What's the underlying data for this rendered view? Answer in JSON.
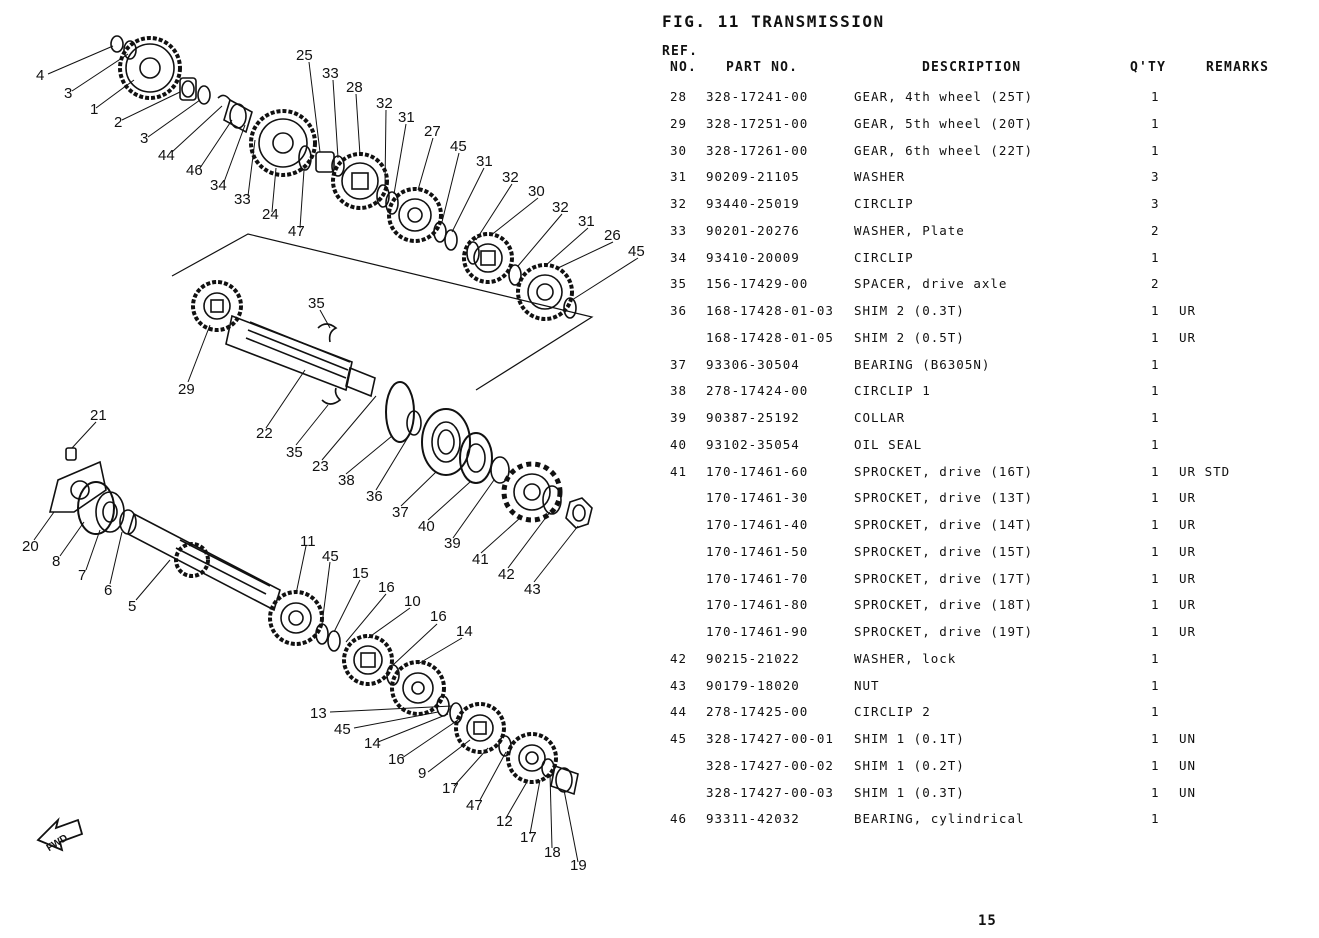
{
  "figure": {
    "title": "FIG. 11   TRANSMISSION",
    "fwd_label": "FWD"
  },
  "table": {
    "headers": {
      "ref_line1": "REF.",
      "ref_line2": "NO.",
      "part_no": "PART NO.",
      "description": "DESCRIPTION",
      "qty": "Q'TY",
      "remarks": "REMARKS"
    },
    "rows": [
      {
        "ref": "28",
        "part": "328-17241-00",
        "desc": "GEAR, 4th wheel (25T)",
        "qty": "1",
        "remarks": ""
      },
      {
        "ref": "29",
        "part": "328-17251-00",
        "desc": "GEAR, 5th wheel (20T)",
        "qty": "1",
        "remarks": ""
      },
      {
        "ref": "30",
        "part": "328-17261-00",
        "desc": "GEAR, 6th wheel (22T)",
        "qty": "1",
        "remarks": ""
      },
      {
        "ref": "31",
        "part": "90209-21105",
        "desc": "WASHER",
        "qty": "3",
        "remarks": ""
      },
      {
        "ref": "32",
        "part": "93440-25019",
        "desc": "CIRCLIP",
        "qty": "3",
        "remarks": ""
      },
      {
        "ref": "33",
        "part": "90201-20276",
        "desc": "WASHER, Plate",
        "qty": "2",
        "remarks": ""
      },
      {
        "ref": "34",
        "part": "93410-20009",
        "desc": "CIRCLIP",
        "qty": "1",
        "remarks": ""
      },
      {
        "ref": "35",
        "part": "156-17429-00",
        "desc": "SPACER, drive axle",
        "qty": "2",
        "remarks": ""
      },
      {
        "ref": "36",
        "part": "168-17428-01-03",
        "desc": "SHIM 2 (0.3T)",
        "qty": "1",
        "remarks": "UR"
      },
      {
        "ref": "",
        "part": "168-17428-01-05",
        "desc": "SHIM 2 (0.5T)",
        "qty": "1",
        "remarks": "UR"
      },
      {
        "ref": "37",
        "part": "93306-30504",
        "desc": "BEARING (B6305N)",
        "qty": "1",
        "remarks": ""
      },
      {
        "ref": "38",
        "part": "278-17424-00",
        "desc": "CIRCLIP 1",
        "qty": "1",
        "remarks": ""
      },
      {
        "ref": "39",
        "part": "90387-25192",
        "desc": "COLLAR",
        "qty": "1",
        "remarks": ""
      },
      {
        "ref": "40",
        "part": "93102-35054",
        "desc": "OIL SEAL",
        "qty": "1",
        "remarks": ""
      },
      {
        "ref": "41",
        "part": "170-17461-60",
        "desc": "SPROCKET, drive (16T)",
        "qty": "1",
        "remarks": "UR STD"
      },
      {
        "ref": "",
        "part": "170-17461-30",
        "desc": "SPROCKET, drive (13T)",
        "qty": "1",
        "remarks": "UR"
      },
      {
        "ref": "",
        "part": "170-17461-40",
        "desc": "SPROCKET, drive (14T)",
        "qty": "1",
        "remarks": "UR"
      },
      {
        "ref": "",
        "part": "170-17461-50",
        "desc": "SPROCKET, drive (15T)",
        "qty": "1",
        "remarks": "UR"
      },
      {
        "ref": "",
        "part": "170-17461-70",
        "desc": "SPROCKET, drive (17T)",
        "qty": "1",
        "remarks": "UR"
      },
      {
        "ref": "",
        "part": "170-17461-80",
        "desc": "SPROCKET, drive (18T)",
        "qty": "1",
        "remarks": "UR"
      },
      {
        "ref": "",
        "part": "170-17461-90",
        "desc": "SPROCKET, drive (19T)",
        "qty": "1",
        "remarks": "UR"
      },
      {
        "ref": "42",
        "part": "90215-21022",
        "desc": "WASHER, lock",
        "qty": "1",
        "remarks": ""
      },
      {
        "ref": "43",
        "part": "90179-18020",
        "desc": "NUT",
        "qty": "1",
        "remarks": ""
      },
      {
        "ref": "44",
        "part": "278-17425-00",
        "desc": "CIRCLIP 2",
        "qty": "1",
        "remarks": ""
      },
      {
        "ref": "45",
        "part": "328-17427-00-01",
        "desc": "SHIM 1 (0.1T)",
        "qty": "1",
        "remarks": "UN"
      },
      {
        "ref": "",
        "part": "328-17427-00-02",
        "desc": "SHIM 1 (0.2T)",
        "qty": "1",
        "remarks": "UN"
      },
      {
        "ref": "",
        "part": "328-17427-00-03",
        "desc": "SHIM 1 (0.3T)",
        "qty": "1",
        "remarks": "UN"
      },
      {
        "ref": "46",
        "part": "93311-42032",
        "desc": "BEARING, cylindrical",
        "qty": "1",
        "remarks": ""
      }
    ]
  },
  "diagram_labels": [
    "4",
    "3",
    "1",
    "2",
    "3",
    "44",
    "46",
    "34",
    "33",
    "24",
    "47",
    "25",
    "33",
    "28",
    "32",
    "31",
    "27",
    "45",
    "31",
    "32",
    "30",
    "32",
    "31",
    "26",
    "45",
    "35",
    "29",
    "22",
    "35",
    "23",
    "38",
    "36",
    "37",
    "40",
    "39",
    "41",
    "42",
    "43",
    "21",
    "20",
    "8",
    "7",
    "6",
    "5",
    "11",
    "45",
    "15",
    "16",
    "10",
    "16",
    "14",
    "13",
    "45",
    "14",
    "16",
    "9",
    "17",
    "47",
    "12",
    "17",
    "18",
    "19"
  ],
  "page_number": "15"
}
